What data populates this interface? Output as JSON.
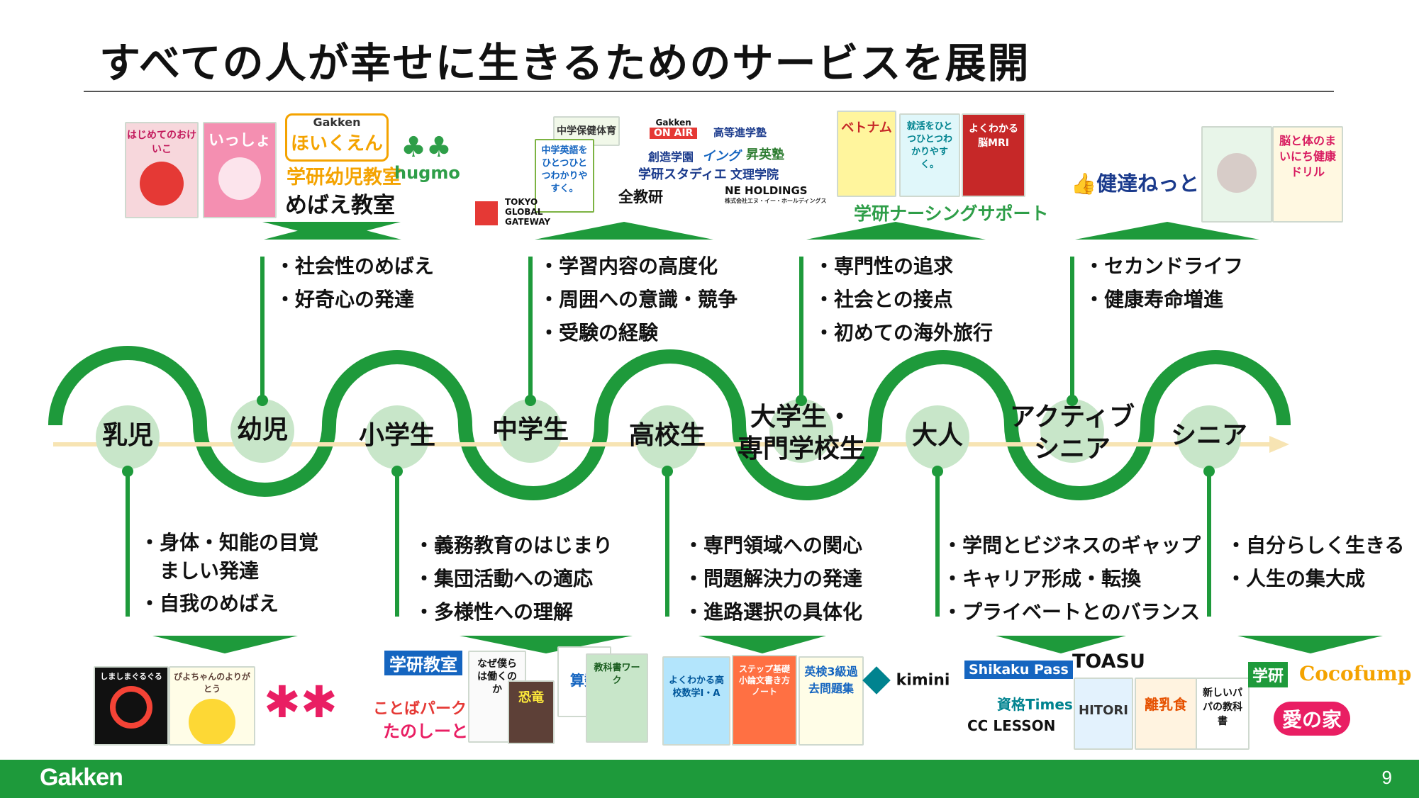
{
  "title": "すべての人が幸せに生きるためのサービスを展開",
  "stages": [
    "乳児",
    "幼児",
    "小学生",
    "中学生",
    "高校生",
    "大学生・\n専門学校生",
    "大人",
    "アクティブ\nシニア",
    "シニア"
  ],
  "bullets": {
    "infant": [
      "身体・知能の目覚",
      "ましい発達",
      "自我のめばえ"
    ],
    "toddler": [
      "社会性のめばえ",
      "好奇心の発達"
    ],
    "elementary": [
      "義務教育のはじまり",
      "集団活動への適応",
      "多様性への理解"
    ],
    "junior_high": [
      "学習内容の高度化",
      "周囲への意識・競争",
      "受験の経験"
    ],
    "high_school": [
      "専門領域への関心",
      "問題解決力の発達",
      "進路選択の具体化"
    ],
    "university": [
      "専門性の追求",
      "社会との接点",
      "初めての海外旅行"
    ],
    "adult": [
      "学問とビジネスのギャップ",
      "キャリア形成・転換",
      "プライベートとのバランス"
    ],
    "active_senior": [
      "セカンドライフ",
      "健康寿命増進"
    ],
    "senior": [
      "自分らしく生きる",
      "人生の集大成"
    ]
  },
  "brands": {
    "top_toddler": [
      "はじめてのおけいこ",
      "いっしょ",
      "Gakken",
      "ほいくえん",
      "学研幼児教室",
      "めばえ教室",
      "hugmo"
    ],
    "top_juniorhigh": [
      "中学保健体育",
      "中学英語をひとつひとつわかりやすく。",
      "TOKYO",
      "GLOBAL",
      "GATEWAY",
      "Gakken",
      "ON AIR",
      "高等進学塾",
      "創造学園",
      "イング",
      "昇英塾",
      "学研スタディエ",
      "文理学院",
      "全教研",
      "NE HOLDINGS",
      "株式会社エヌ・イー・ホールディングス"
    ],
    "top_university": [
      "ベトナム",
      "就活をひとつひとつわかりやすく。",
      "よくわかる脳MRI",
      "学研ナーシングサポート"
    ],
    "top_active": [
      "健達ねっと",
      "脳と体のまいにち健康ドリル"
    ],
    "bottom_infant": [
      "しましまぐるぐる",
      "ぴよちゃんのよりがとう"
    ],
    "bottom_elementary": [
      "学研教室",
      "ことばパーク",
      "たのしーと",
      "なぜ僕らは働くのか",
      "恐竜",
      "算数",
      "教科書ワーク"
    ],
    "bottom_highschool": [
      "よくわかる高校数学Ⅰ・A",
      "ステップ基礎小論文書き方ノート",
      "英検3級過去問題集",
      "kimini"
    ],
    "bottom_adult": [
      "Shikaku Pass",
      "資格Times",
      "CC LESSON",
      "TOASU",
      "HITORI",
      "離乳食",
      "新しいパパの教科書"
    ],
    "bottom_senior": [
      "学研",
      "Cocofump",
      "愛の家"
    ]
  },
  "footer": {
    "logo": "Gakken",
    "page": "9"
  },
  "colors": {
    "green": "#1e9a3b",
    "light_green": "#c8e6c9",
    "arrow": "#f7e4b3"
  }
}
